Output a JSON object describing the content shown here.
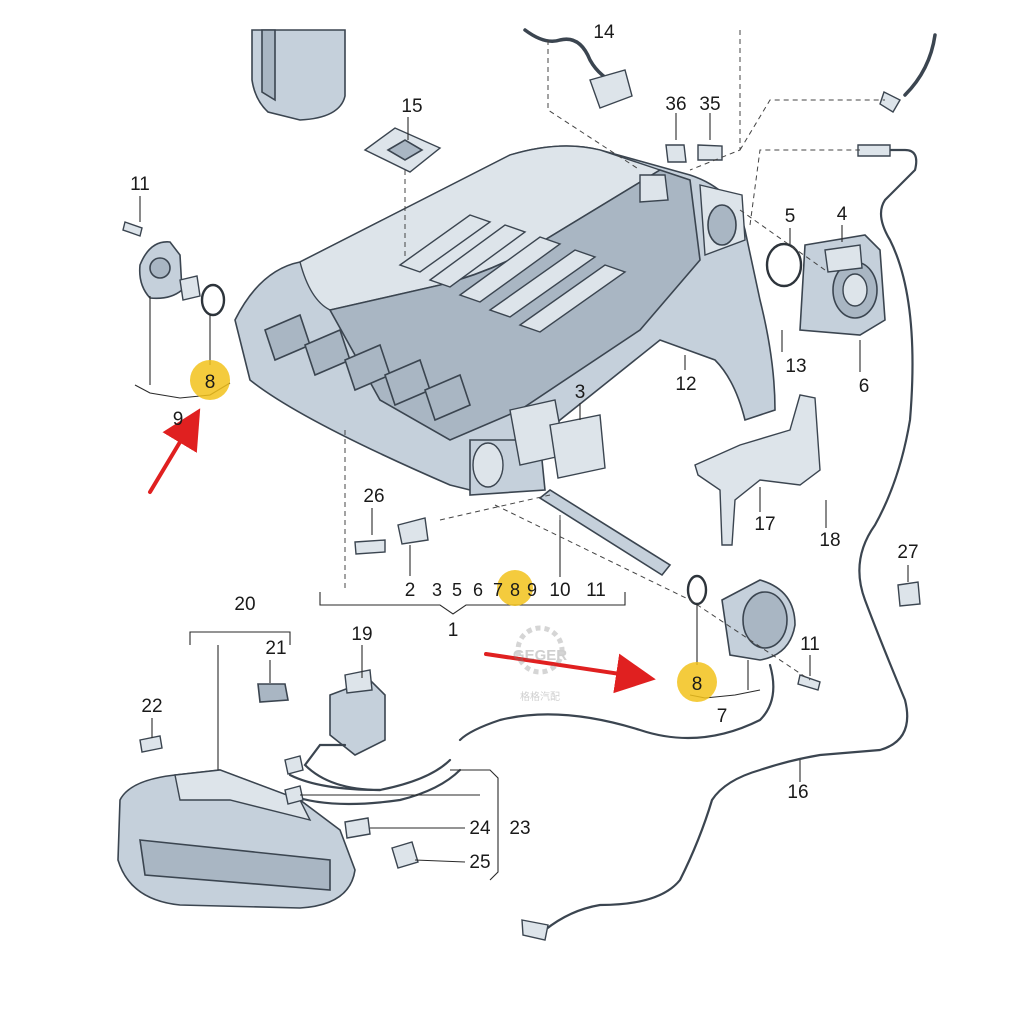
{
  "labels": {
    "l1": "1",
    "l2": "2",
    "l3": "3",
    "l3b": "3",
    "l4": "4",
    "l5": "5",
    "l5b": "5",
    "l6": "6",
    "l6b": "6",
    "l7": "7",
    "l7b": "7",
    "l8a": "8",
    "l8b": "8",
    "l8c": "8",
    "l9": "9",
    "l9b": "9",
    "l10": "10",
    "l11a": "11",
    "l11b": "11",
    "l11c": "11",
    "l12": "12",
    "l13": "13",
    "l14": "14",
    "l15": "15",
    "l16": "16",
    "l17": "17",
    "l18": "18",
    "l19": "19",
    "l20": "20",
    "l21": "21",
    "l22": "22",
    "l23": "23",
    "l24": "24",
    "l25": "25",
    "l26": "26",
    "l27": "27",
    "l35": "35",
    "l36": "36"
  },
  "watermark": {
    "brand": "GEGER",
    "sub": "格格汽配"
  },
  "colors": {
    "highlight": "#f2c21b",
    "arrow": "#e02020",
    "part_fill": "#c5d0db",
    "outline": "#3b4550"
  }
}
